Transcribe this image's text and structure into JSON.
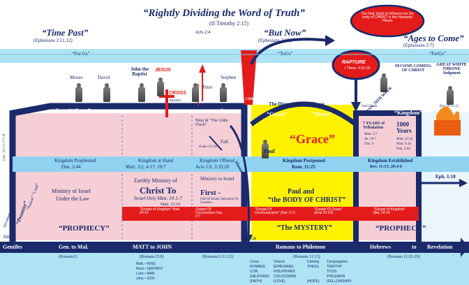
{
  "title": "“Rightly Dividing the Word of Truth”",
  "subtitle": "(II Timothy 2:15)",
  "time_past": {
    "label": "“Time Past”",
    "ref": "(Ephesians 2:11,12)"
  },
  "but_now": {
    "label": "“But Now”",
    "ref": "(Ephesians 2:13)"
  },
  "ages_to_come": {
    "label": "“Ages to Come”",
    "ref": "(Ephesians 2:7)"
  },
  "acts_2_4": "Acts 2:4",
  "top_band": {
    "for_us_1": "“For Us”",
    "to_us": "“ToUs”",
    "for_us_2": "“ForUs”"
  },
  "people": {
    "moses": "Moses",
    "david": "David",
    "john_baptist": "John the Baptist",
    "jesus": "JESUS",
    "cross": "CROSS",
    "apostles": "12 Apostles",
    "peter": "Peter",
    "stephen": "Stephen"
  },
  "upper_labels": {
    "israel_law": "Israel  “Law”",
    "acts": "Acts",
    "dispensation": "The Dispensation of Grace",
    "grace_word": "“Grace”",
    "peace_word": "“Peace”",
    "wrath": "WRATH",
    "kingdom": "“Kingdom”",
    "dan_week": "DAN. 70TH WEEK",
    "anti_christ": "Anti Christ",
    "second_coming": "SECOND COMING OF CHRIST",
    "great_white_throne": "GREAT WHITE THRONE Judgment",
    "rev_20": "Rev 20:11-15",
    "christ": "CHRIST"
  },
  "rapture": {
    "label": "RAPTURE",
    "ref": "I Thess. 4:16-18"
  },
  "bubble_note": "The Holy Spirit of Influence for the body of CHRIST is the Heavenly Places",
  "peter_box": {
    "name": "Peter & “The Little Flock”",
    "ref": "(Luke 12:32)"
  },
  "fall": "Fall",
  "diminishing": "Diminishing",
  "paul": "Paul",
  "grace_big": "“Grace”",
  "tribulation": {
    "title": "7 YEARS of Tribulation",
    "refs": [
      "Matt. 3:7",
      "Jer. 30:7",
      "Dan. 9"
    ]
  },
  "thousand_years": {
    "title": "1000 Years",
    "refs": [
      "Matt. 25:34",
      "Matt. 6:10",
      "Dan. 2:44"
    ]
  },
  "kingdom_band": {
    "prophesied": "Kingdom Prophesied",
    "prophesied_ref": "Dan. 2:44",
    "at_hand": "Kingdom at Hand",
    "at_hand_ref": "Matt. 3:2, 4:17; 10:7",
    "offered": "Kingdom Offered",
    "offered_ref": "Acts 1:6, 3:19,20",
    "postponed": "Kingdom Postponed",
    "postponed_ref": "Rom. 11:25",
    "established": "Kingdom Established",
    "established_ref": "Rev. 11:15; 20:4-6"
  },
  "eph_ref": "Eph. 1:10",
  "ministry_israel": {
    "line1": "Ministry of Israel",
    "line2": "Under the Law"
  },
  "earthly_ministry": {
    "line1": "Earthly Ministry of",
    "line2": "Christ To",
    "line3": "Israel Only Matt. 10:1-7",
    "line4": "Matt. 15:24"
  },
  "ministry_first": {
    "line1": "Ministry to Israel",
    "line2": "First -",
    "line3": "Fall Of Israel; Salvation To Gentiles"
  },
  "paul_body": {
    "line1": "Paul and",
    "line2": "“the BODY OF CHRIST”"
  },
  "gospels": {
    "kingdom1": "“Gospel of Kingdom” Matt. 24:14",
    "circ1": "Gospel Of Circumcision Gal. 2:7",
    "uncirc": "“Gospel Of Uncircumcision” (Gal. 2:7)",
    "grace": "“Gospel Of Grace” (Acts 20:24)",
    "kingdom2": "“Gospel of Kingdom” Mat. 24:14"
  },
  "left_side": {
    "gen_ref": "Gen. 12:1-3 17:1-8",
    "promise": "“Promise”",
    "nation": "“Nation” “Land”",
    "abraham": "Abraham",
    "adam": "Adam",
    "gentiles": "Gentiles"
  },
  "prophecy_left": "“PROPHECY”",
  "prophecy_right": "“PROPHECY”",
  "mystery": "“The MYSTERY”",
  "bottom_bar": {
    "gen_mal": "Gen. to Mal.",
    "matt_john": "MATT to JOHN",
    "acts28": "Acts 28",
    "romans_phil": "Romans to Philemon",
    "hebrews": "Hebrews",
    "to": "to",
    "revelation": "Revelation"
  },
  "footer": {
    "romans1": "(Romans1)",
    "romans15": "(Romans15:8)",
    "romans11_12": "(Romans11:11,12)",
    "romans11_13": "(Romans 11:13)",
    "romans11_25": "(Romans 11:25-29)",
    "gospels_list": [
      "Matt. • KING",
      "Mark • SERVANT",
      "Luke • MAN",
      "John • GOD"
    ],
    "col_cross": [
      "Cross",
      "ROMANS",
      "COR.",
      "GALATIANS",
      "(FAITH)"
    ],
    "col_church": [
      "Church",
      "EPHESIANS",
      "PHILIPPIANS",
      "COLOSSIANS",
      "(LOVE)"
    ],
    "col_coming": [
      "Coming",
      "THESS.",
      "",
      "",
      "(HOPE)"
    ],
    "col_congregation": [
      "Congregation",
      "TIMOTHY",
      "TITUS",
      "PHILEMON",
      "(FELLOWSHIP)"
    ]
  }
}
